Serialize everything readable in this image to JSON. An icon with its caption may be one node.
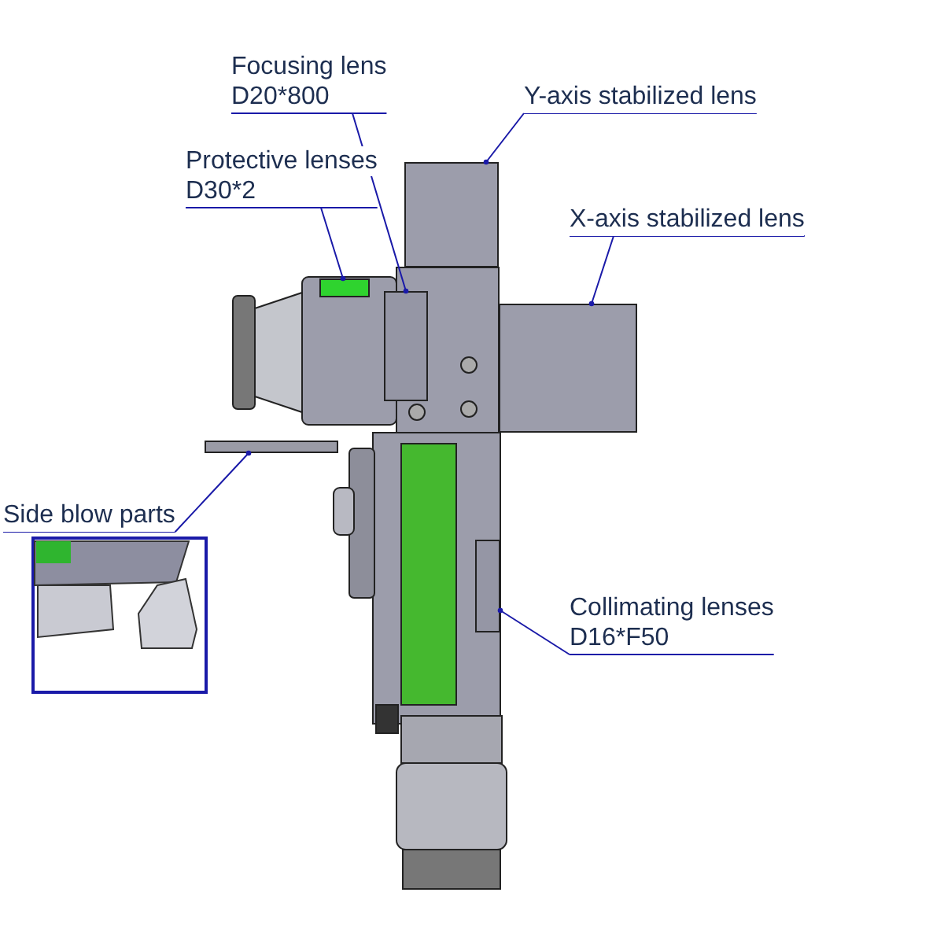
{
  "diagram": {
    "nodes": [
      {
        "text": [
          "Focusing lens",
          "D20*800"
        ]
      },
      {
        "text": [],
        "shape": "box"
      },
      {
        "text": [
          "Y-axis stabilized lens"
        ]
      },
      {
        "text": [],
        "shape": "box"
      },
      {
        "text": [
          "Protective lenses",
          "D30*2"
        ]
      },
      {
        "text": [],
        "shape": "box"
      },
      {
        "text": [
          "X-axis stabilized lens"
        ]
      },
      {
        "text": [],
        "shape": "box"
      },
      {
        "text": [
          "Side blow parts"
        ]
      },
      {
        "text": [],
        "shape": "box"
      },
      {
        "text": [
          "Collimating lenses",
          "D16*F50"
        ]
      },
      {
        "text": [],
        "shape": "box"
      }
    ],
    "edges": [
      {
        "from": 0,
        "to": 1,
        "arrow": "other"
      },
      {
        "from": 2,
        "to": 3,
        "arrow": "other"
      },
      {
        "from": 4,
        "to": 5,
        "arrow": "other"
      },
      {
        "from": 6,
        "to": 7,
        "arrow": "other"
      },
      {
        "from": 8,
        "to": 9,
        "arrow": "other"
      },
      {
        "from": 10,
        "to": 11,
        "arrow": "other"
      }
    ]
  }
}
